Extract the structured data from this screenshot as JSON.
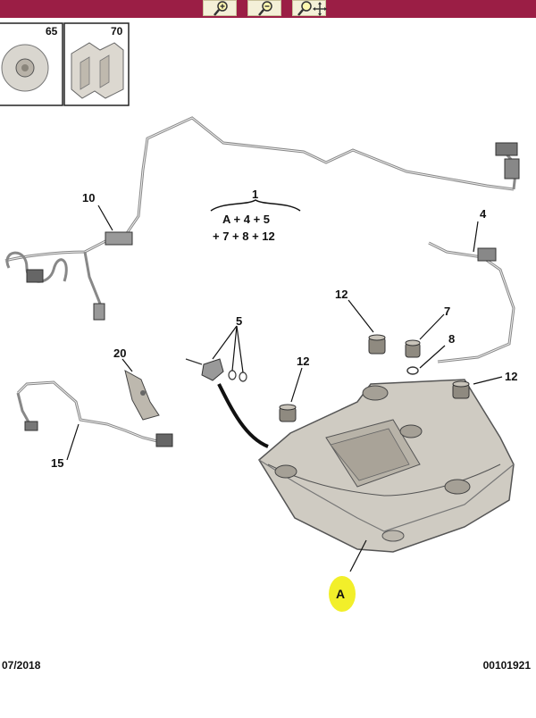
{
  "toolbar": {
    "zoom_in": "zoom-in-icon",
    "zoom_out": "zoom-out-icon",
    "zoom_pan": "zoom-pan-icon",
    "bar_color": "#9b1e45"
  },
  "diagram": {
    "thumbnails": [
      "65",
      "70"
    ],
    "callouts": {
      "c10": "10",
      "c1": "1",
      "c4": "4",
      "c5": "5",
      "c12a": "12",
      "c7": "7",
      "c8": "8",
      "c12b": "12",
      "c12c": "12",
      "c20": "20",
      "c15": "15",
      "cA": "A"
    },
    "formula_line1": "A + 4 + 5",
    "formula_line2": "+ 7 + 8 + 12",
    "highlight_color": "#f2ef2a"
  },
  "footer": {
    "date": "07/2018",
    "reference": "00101921"
  }
}
